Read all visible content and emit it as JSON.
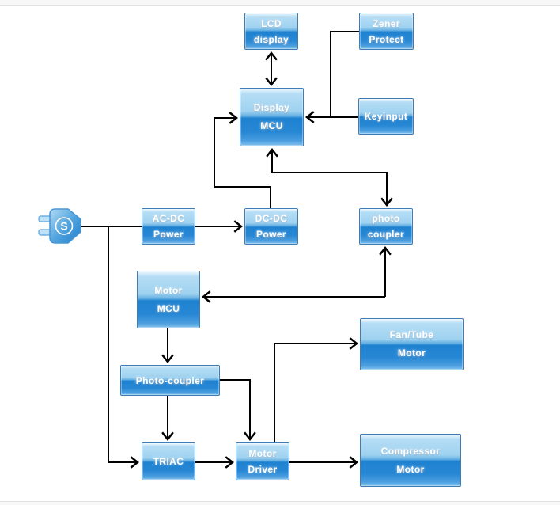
{
  "diagram": {
    "kind": "block-diagram",
    "plug": {
      "label": "S"
    },
    "nodes": {
      "lcd_display": {
        "line1": "LCD",
        "line2": "display"
      },
      "zener_protect": {
        "line1": "Zener",
        "line2": "Protect"
      },
      "display_mcu": {
        "line1": "Display",
        "line2": "MCU"
      },
      "keyinput": {
        "line1": "Keyinput"
      },
      "ac_dc_power": {
        "line1": "AC-DC",
        "line2": "Power"
      },
      "dc_dc_power": {
        "line1": "DC-DC",
        "line2": "Power"
      },
      "photo_coupler_upper": {
        "line1": "photo",
        "line2": "coupler"
      },
      "motor_mcu": {
        "line1": "Motor",
        "line2": "MCU"
      },
      "photo_coupler_lower": {
        "line1": "Photo-coupler"
      },
      "triac": {
        "line1": "TRIAC"
      },
      "motor_driver": {
        "line1": "Motor",
        "line2": "Driver"
      },
      "fan_tube_motor": {
        "line1": "Fan/Tube",
        "line2": "Motor"
      },
      "compressor_motor": {
        "line1": "Compressor",
        "line2": "Motor"
      }
    },
    "edges": [
      {
        "from": "power_plug",
        "to": "ac_dc_power",
        "arrow": "none"
      },
      {
        "from": "power_plug",
        "to": "triac",
        "arrow": "forward"
      },
      {
        "from": "ac_dc_power",
        "to": "dc_dc_power",
        "arrow": "forward"
      },
      {
        "from": "dc_dc_power",
        "to": "display_mcu",
        "arrow": "forward"
      },
      {
        "from": "lcd_display",
        "to": "display_mcu",
        "arrow": "both"
      },
      {
        "from": "zener_protect",
        "to": "display_mcu",
        "arrow": "forward"
      },
      {
        "from": "keyinput",
        "to": "display_mcu",
        "arrow": "forward"
      },
      {
        "from": "display_mcu",
        "to": "photo_coupler_upper",
        "arrow": "both"
      },
      {
        "from": "photo_coupler_upper",
        "to": "motor_mcu",
        "arrow": "both"
      },
      {
        "from": "motor_mcu",
        "to": "photo_coupler_lower",
        "arrow": "forward"
      },
      {
        "from": "photo_coupler_lower",
        "to": "triac",
        "arrow": "forward"
      },
      {
        "from": "photo_coupler_lower",
        "to": "motor_driver",
        "arrow": "forward"
      },
      {
        "from": "triac",
        "to": "motor_driver",
        "arrow": "forward"
      },
      {
        "from": "motor_driver",
        "to": "fan_tube_motor",
        "arrow": "forward"
      },
      {
        "from": "motor_driver",
        "to": "compressor_motor",
        "arrow": "forward"
      }
    ],
    "colors": {
      "node_border": "#3f7cb6",
      "node_gloss_top": "#b5ddf5",
      "node_gloss_bottom": "#1e82d1",
      "wire": "#000000",
      "frame_band": "#f7f7f7",
      "text": "#ffffff"
    }
  }
}
